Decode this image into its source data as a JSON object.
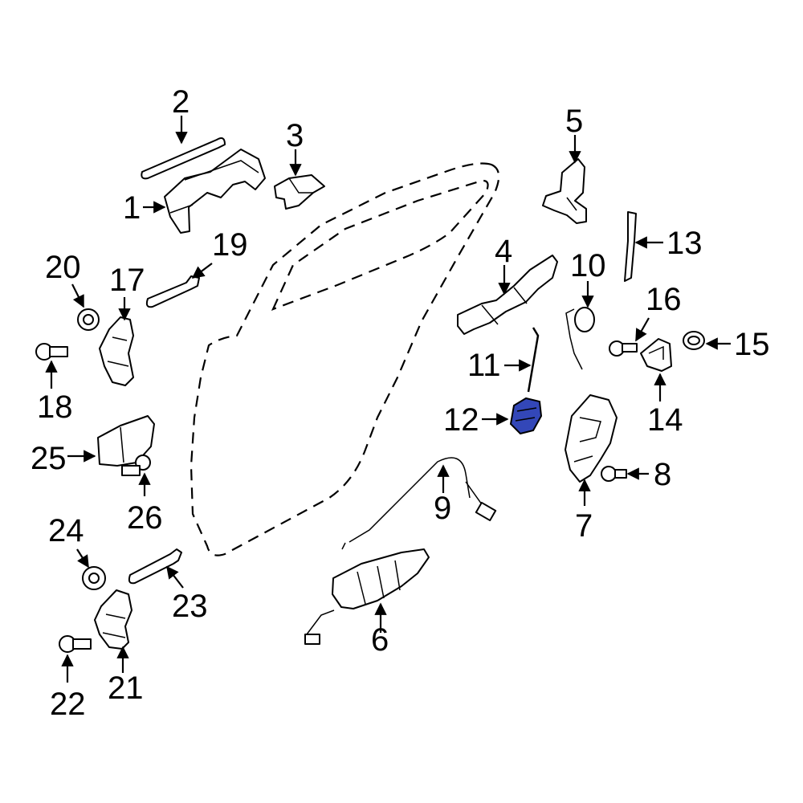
{
  "diagram": {
    "highlight_color": "#3347b8",
    "outline_color": "#000000",
    "background_color": "#ffffff",
    "highlighted_part": "12",
    "callouts": [
      {
        "id": "1",
        "label": "1"
      },
      {
        "id": "2",
        "label": "2"
      },
      {
        "id": "3",
        "label": "3"
      },
      {
        "id": "4",
        "label": "4"
      },
      {
        "id": "5",
        "label": "5"
      },
      {
        "id": "6",
        "label": "6"
      },
      {
        "id": "7",
        "label": "7"
      },
      {
        "id": "8",
        "label": "8"
      },
      {
        "id": "9",
        "label": "9"
      },
      {
        "id": "10",
        "label": "10"
      },
      {
        "id": "11",
        "label": "11"
      },
      {
        "id": "12",
        "label": "12"
      },
      {
        "id": "13",
        "label": "13"
      },
      {
        "id": "14",
        "label": "14"
      },
      {
        "id": "15",
        "label": "15"
      },
      {
        "id": "16",
        "label": "16"
      },
      {
        "id": "17",
        "label": "17"
      },
      {
        "id": "18",
        "label": "18"
      },
      {
        "id": "19",
        "label": "19"
      },
      {
        "id": "20",
        "label": "20"
      },
      {
        "id": "21",
        "label": "21"
      },
      {
        "id": "22",
        "label": "22"
      },
      {
        "id": "23",
        "label": "23"
      },
      {
        "id": "24",
        "label": "24"
      },
      {
        "id": "25",
        "label": "25"
      },
      {
        "id": "26",
        "label": "26"
      }
    ]
  }
}
